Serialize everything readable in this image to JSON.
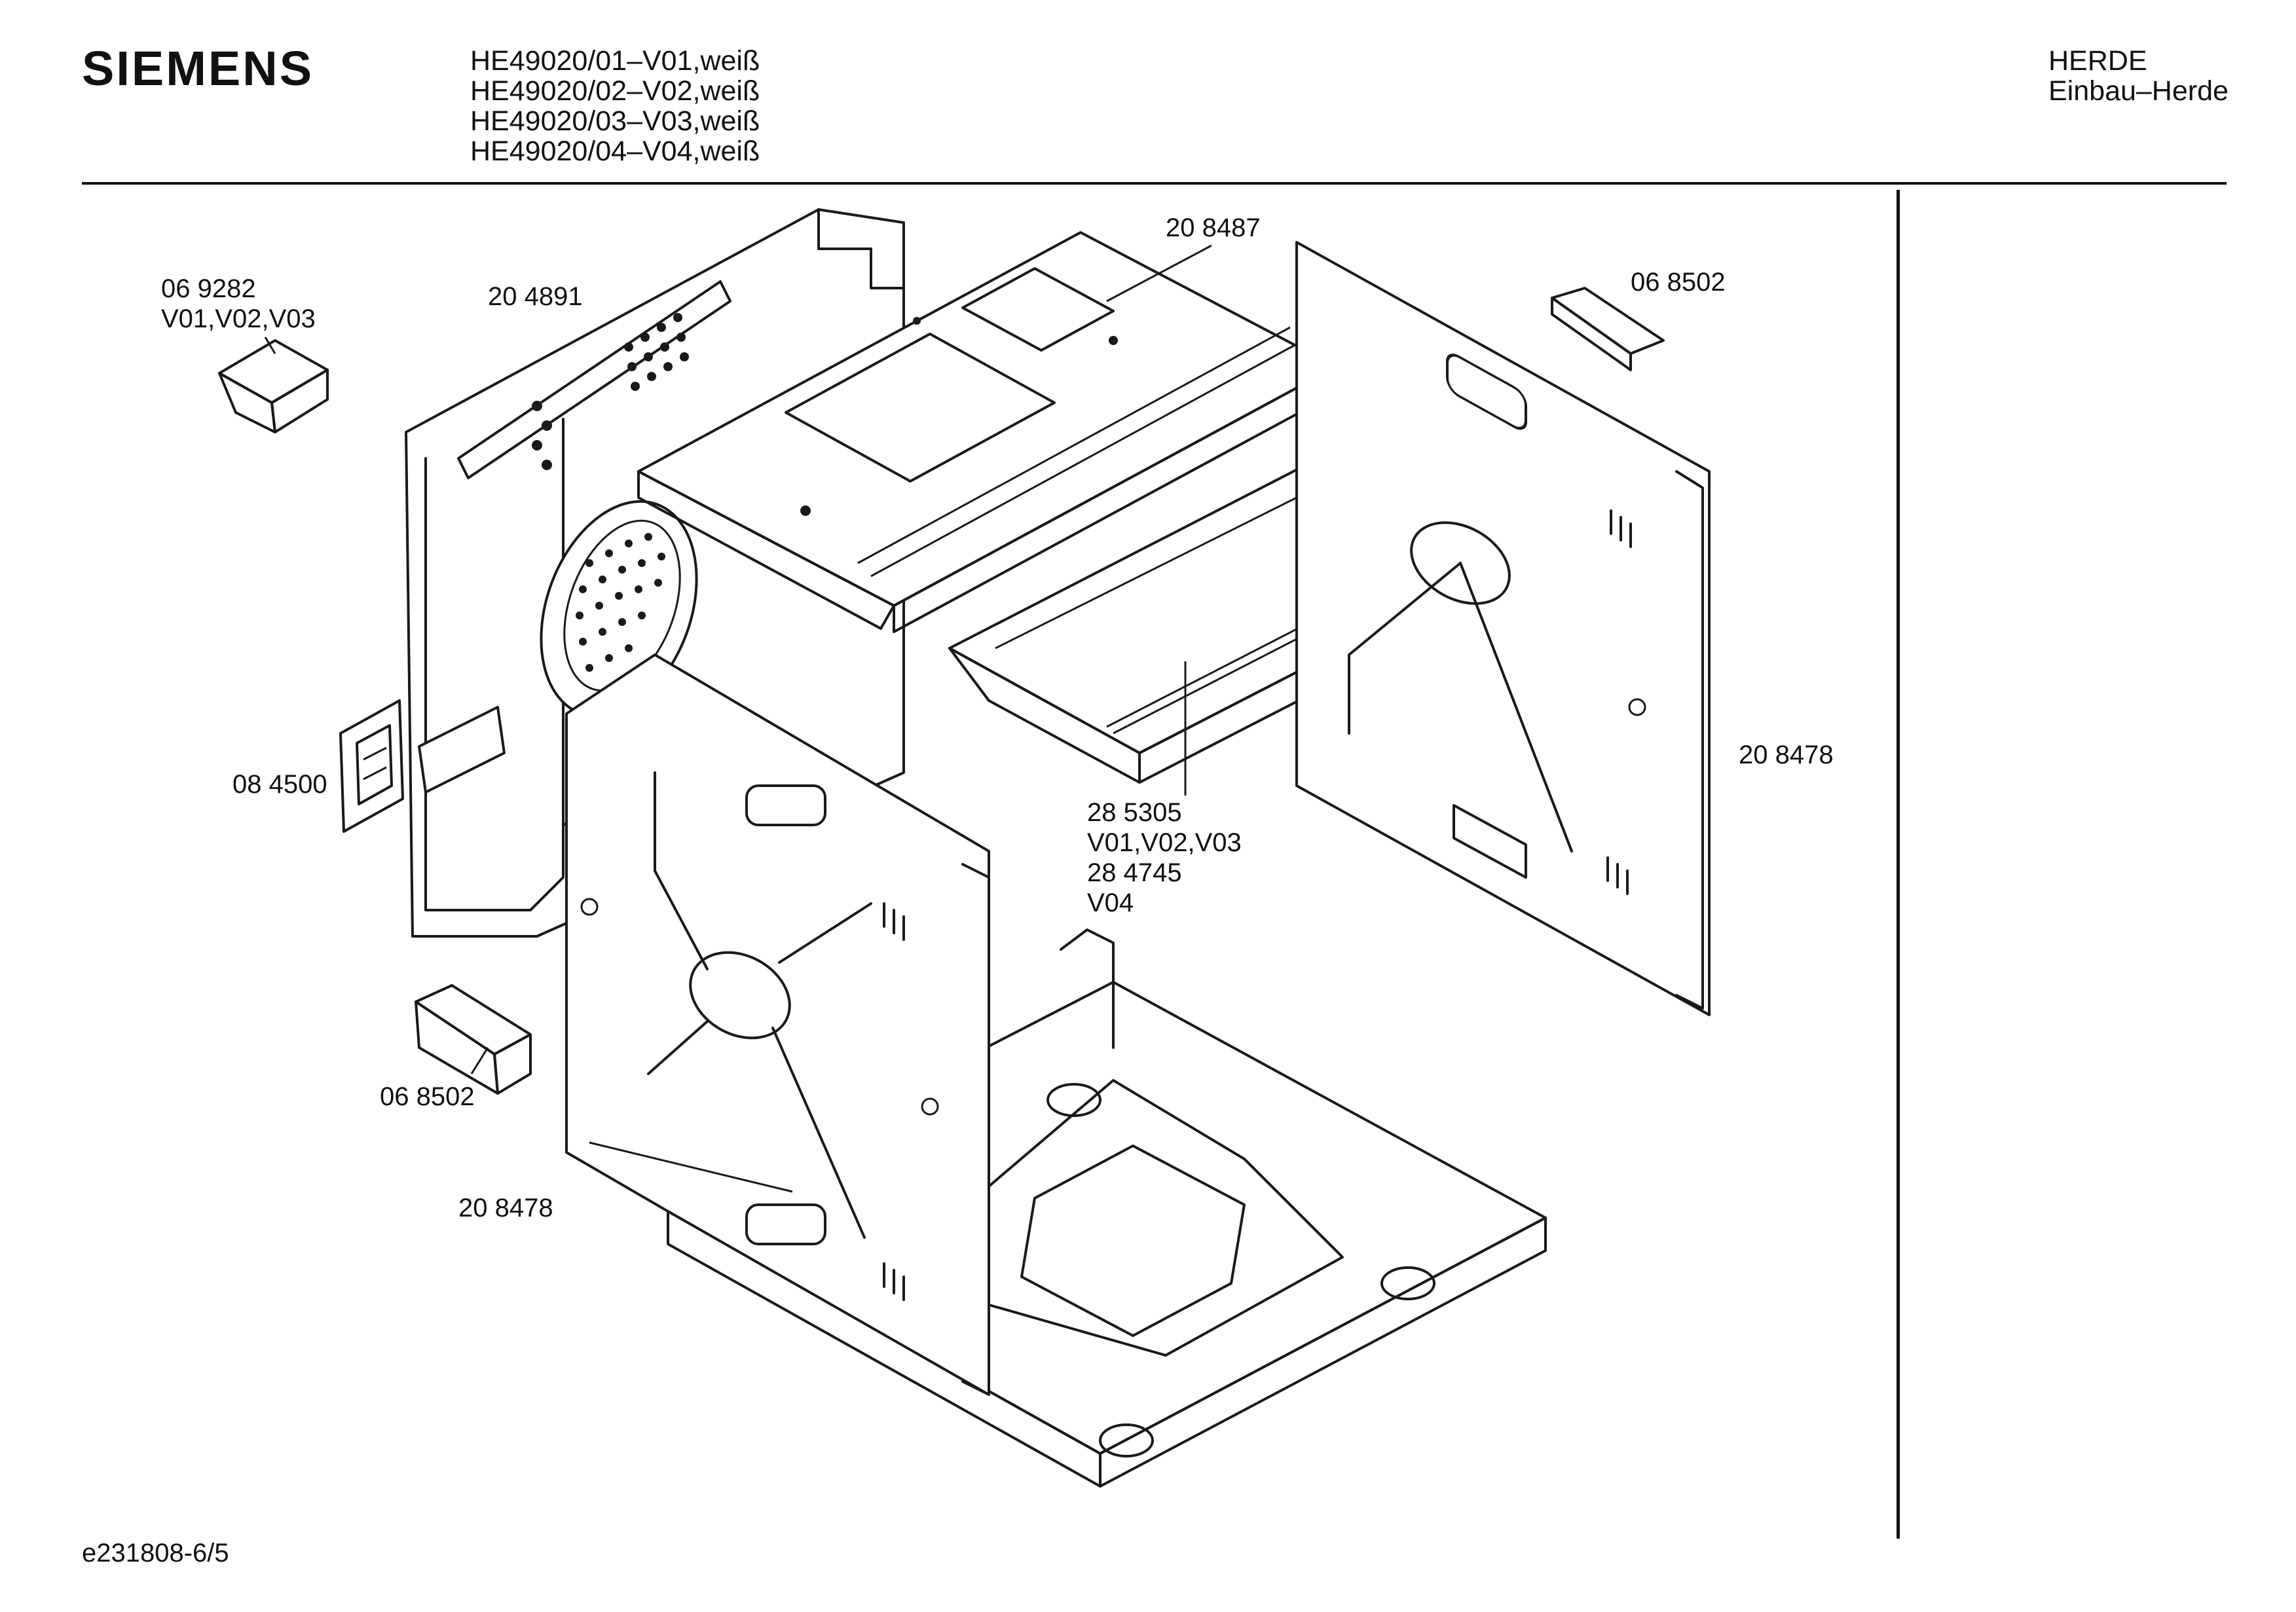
{
  "header": {
    "brand": "SIEMENS",
    "models": [
      "HE49020/01–V01,weiß",
      "HE49020/02–V02,weiß",
      "HE49020/03–V03,weiß",
      "HE49020/04–V04,weiß"
    ],
    "category": "HERDE",
    "subcategory": "Einbau–Herde"
  },
  "footer": {
    "document_number": "e231808-6/5"
  },
  "callouts": {
    "part_069282": {
      "number": "06 9282",
      "variant": "V01,V02,V03"
    },
    "part_204891": {
      "number": "20 4891"
    },
    "part_208487": {
      "number": "20 8487"
    },
    "part_068502_top": {
      "number": "06 8502"
    },
    "part_084500": {
      "number": "08 4500"
    },
    "part_208478_right": {
      "number": "20 8478"
    },
    "part_285305": {
      "number": "28 5305",
      "variant": "V01,V02,V03"
    },
    "part_284745": {
      "number": "28 4745",
      "variant": "V04"
    },
    "part_068502_bottom": {
      "number": "06 8502"
    },
    "part_208478_bottom": {
      "number": "20 8478"
    }
  },
  "colors": {
    "ink": "#1a1a1a",
    "paper": "#ffffff"
  }
}
